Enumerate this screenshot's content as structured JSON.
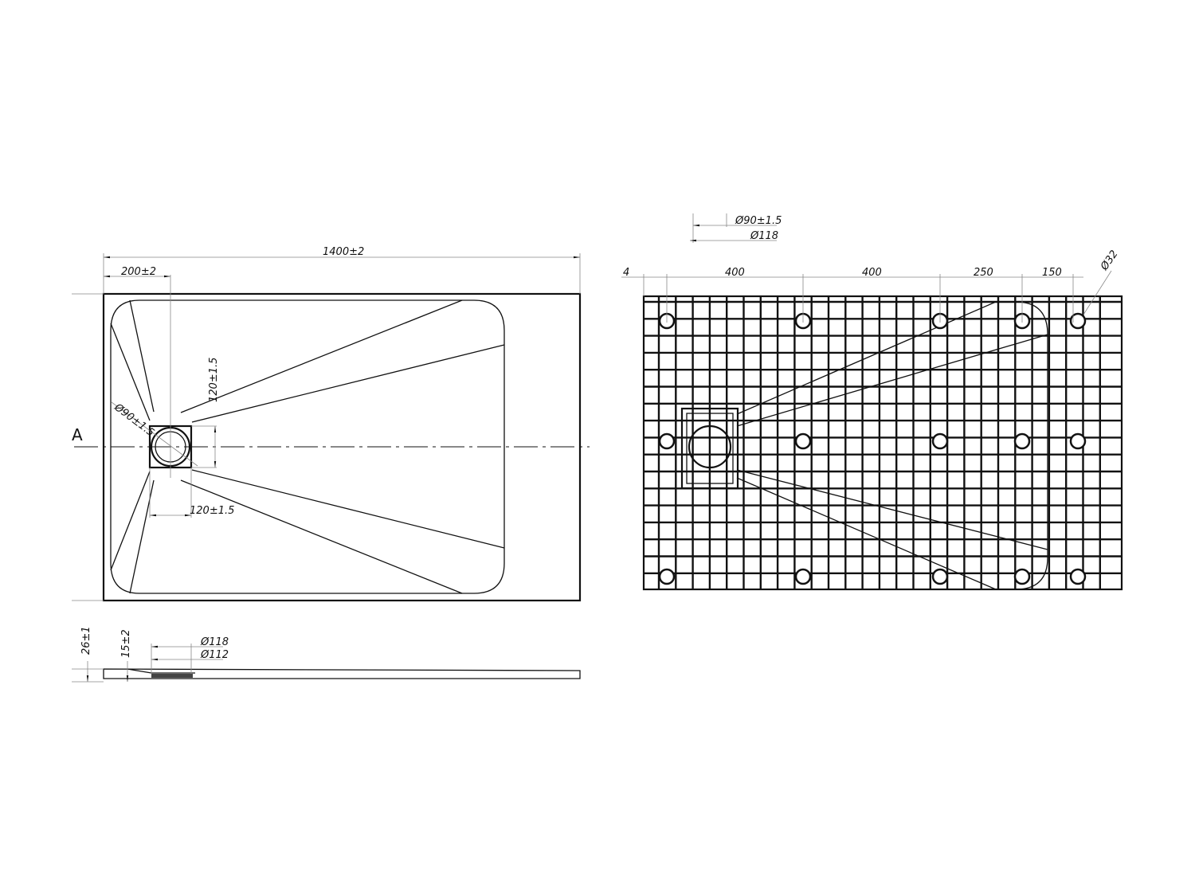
{
  "top_view": {
    "dim_length": "1400±2",
    "dim_drain_offset": "200±2",
    "dim_drain_height": "120±1.5",
    "dim_drain_width": "120±1.5",
    "dim_drain_diameter": "Ø90±1.5",
    "section_label": "A"
  },
  "side_view": {
    "dim_total_height": "26±1",
    "dim_edge_height": "15±2",
    "dim_outer_diameter": "Ø118",
    "dim_inner_diameter": "Ø112"
  },
  "bottom_view": {
    "dim_drain_diameter": "Ø90±1.5",
    "dim_outer_diameter": "Ø118",
    "dim_edge": "4",
    "dim_spacings": [
      "400",
      "400",
      "250",
      "150"
    ],
    "dim_foot_diameter": "Ø32"
  }
}
